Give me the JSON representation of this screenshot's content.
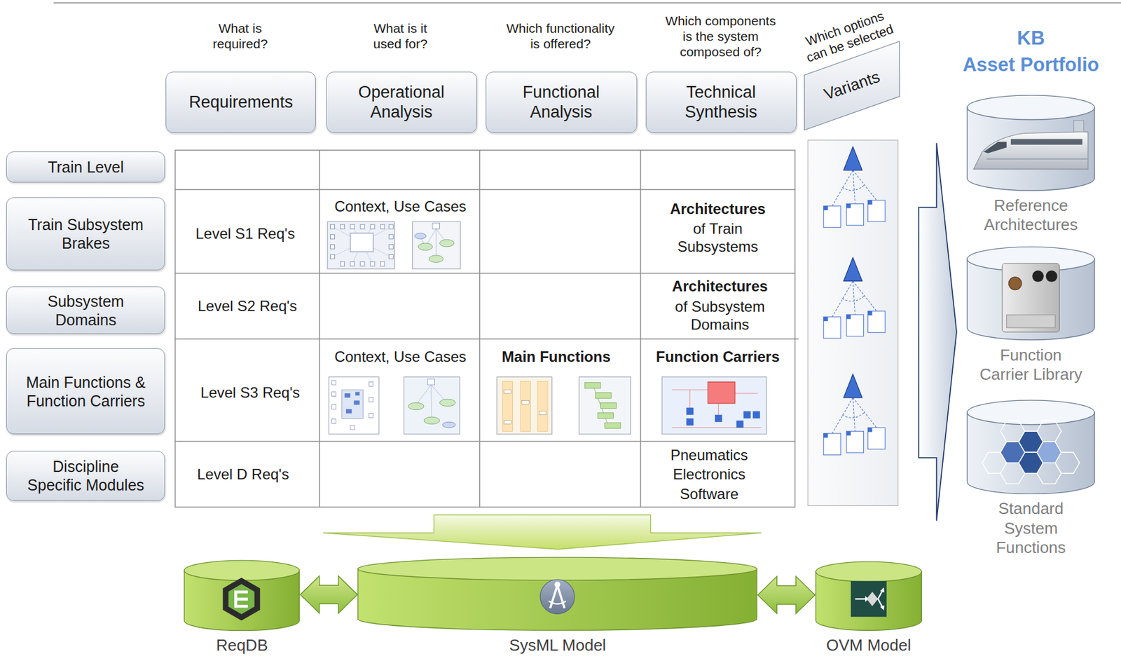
{
  "diagram": {
    "nodes": [
      {
        "text": [
          "Requirements"
        ]
      },
      {
        "text": [
          "Operational Analysis"
        ]
      },
      {
        "text": [
          "Functional Analysis"
        ]
      },
      {
        "text": [
          "Technical Synthesis"
        ]
      },
      {
        "text": [
          "Variants"
        ]
      },
      {
        "text": [
          "Train Level"
        ]
      },
      {
        "text": [
          "Train Subsystem Brakes"
        ]
      },
      {
        "text": [
          "Subsystem Domains"
        ]
      },
      {
        "text": [
          "Main Functions & Function Carriers"
        ]
      },
      {
        "text": [
          "Discipline Specific Modules"
        ]
      },
      {
        "text": [
          "Reference Architectures"
        ]
      },
      {
        "text": [
          "Function Carrier Library"
        ]
      },
      {
        "text": [
          "Standard System Functions"
        ]
      },
      {
        "text": [
          "ReqDB"
        ]
      },
      {
        "text": [
          "SysML Model"
        ]
      },
      {
        "text": [
          "OVM Model"
        ]
      }
    ],
    "edges": [
      {
        "from": 13,
        "to": 14,
        "arrow": "both"
      },
      {
        "from": 14,
        "to": 15,
        "arrow": "both"
      }
    ],
    "labels": [
      "What is required?",
      "What is it used for?",
      "Which functionality is offered?",
      "Which components is the system composed of?",
      "Which options can be selected",
      "Level S1 Req's",
      "Context, Use Cases",
      "Architectures",
      "of Train Subsystems",
      "Level S2 Req's",
      "Architectures",
      "of Subsystem Domains",
      "Level S3 Req's",
      "Context, Use Cases",
      "Main Functions",
      "Function Carriers",
      "Level D Req's",
      "Pneumatics",
      "Electronics",
      "Software",
      "KB",
      "Asset Portfolio"
    ]
  }
}
